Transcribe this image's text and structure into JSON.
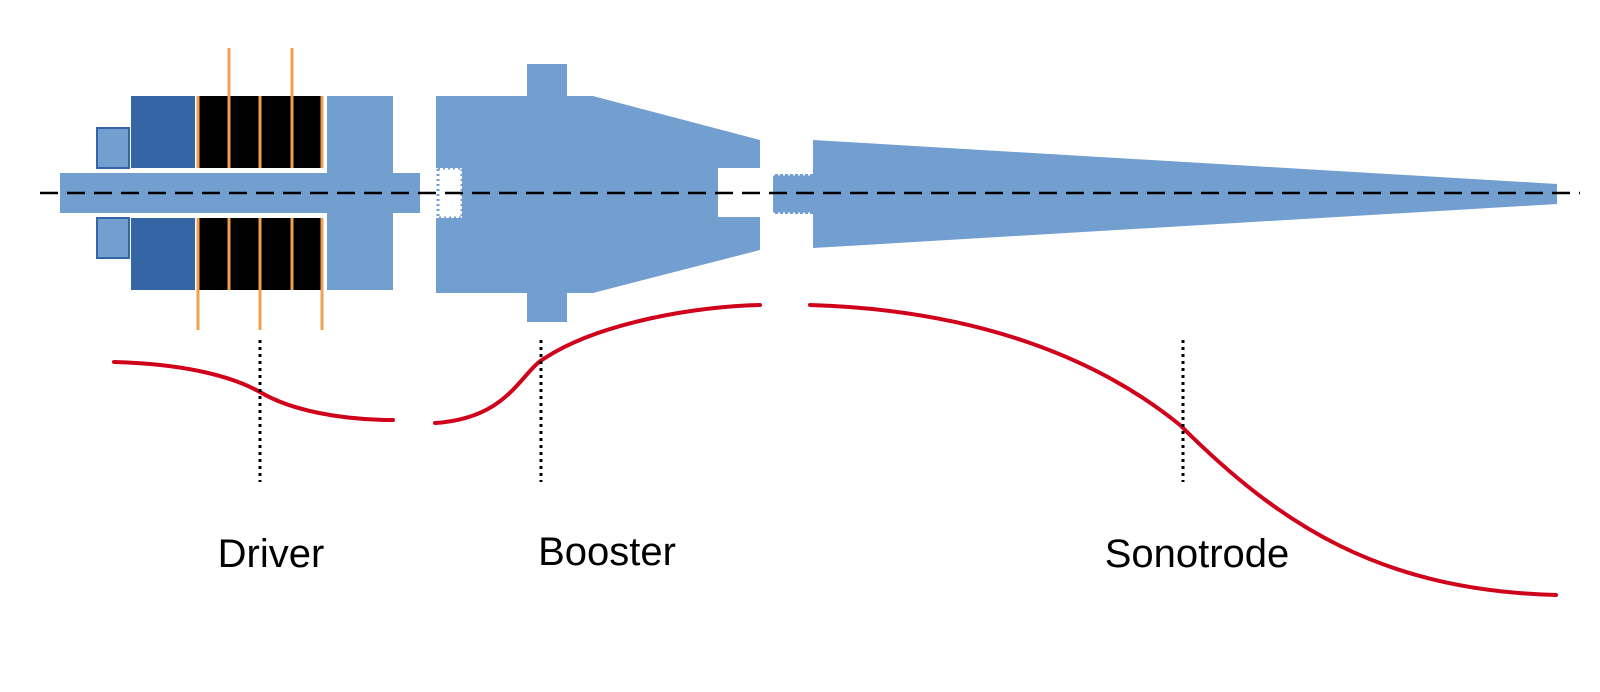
{
  "labels": {
    "driver": "Driver",
    "booster": "Booster",
    "sonotrode": "Sonotrode"
  },
  "colors": {
    "metal": "#729fcf",
    "backmass": "#3465a4",
    "piezo": "#000000",
    "electrode": "#f0a050",
    "displacement_curve": "#d0021b",
    "axis": "#000000"
  }
}
